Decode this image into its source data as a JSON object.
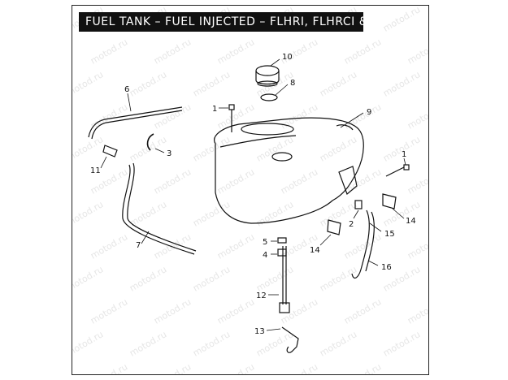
{
  "title": "FUEL TANK – FUEL INJECTED – FLHRI,  FLHRCI & FLHRSI",
  "watermark": "motod.ru",
  "callouts": [
    {
      "id": "c10",
      "label": "10"
    },
    {
      "id": "c8",
      "label": "8"
    },
    {
      "id": "c6",
      "label": "6"
    },
    {
      "id": "c1a",
      "label": "1"
    },
    {
      "id": "c9",
      "label": "9"
    },
    {
      "id": "c3",
      "label": "3"
    },
    {
      "id": "c11",
      "label": "11"
    },
    {
      "id": "c1b",
      "label": "1"
    },
    {
      "id": "c2",
      "label": "2"
    },
    {
      "id": "c14a",
      "label": "14"
    },
    {
      "id": "c15",
      "label": "15"
    },
    {
      "id": "c7",
      "label": "7"
    },
    {
      "id": "c5",
      "label": "5"
    },
    {
      "id": "c4",
      "label": "4"
    },
    {
      "id": "c14b",
      "label": "14"
    },
    {
      "id": "c16",
      "label": "16"
    },
    {
      "id": "c12",
      "label": "12"
    },
    {
      "id": "c13",
      "label": "13"
    }
  ],
  "colors": {
    "line": "#111111",
    "title_bg": "#111111",
    "title_fg": "#ffffff",
    "watermark": "#e6e6e6"
  }
}
